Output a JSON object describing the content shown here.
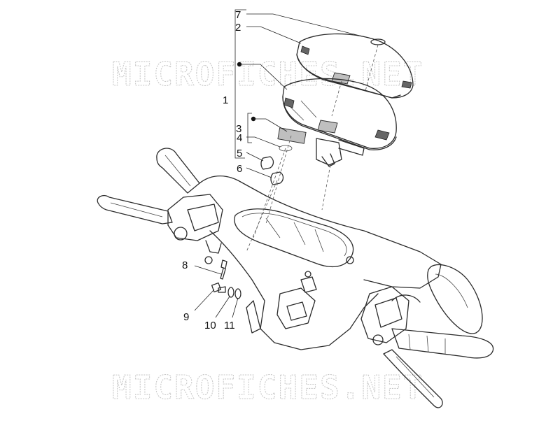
{
  "watermark": {
    "top": "MICROFICHES.NET",
    "bottom": "MICROFICHES.NET"
  },
  "callouts": [
    "7",
    "2",
    "1",
    "3",
    "4",
    "5",
    "6",
    "8",
    "9",
    "10",
    "11"
  ]
}
